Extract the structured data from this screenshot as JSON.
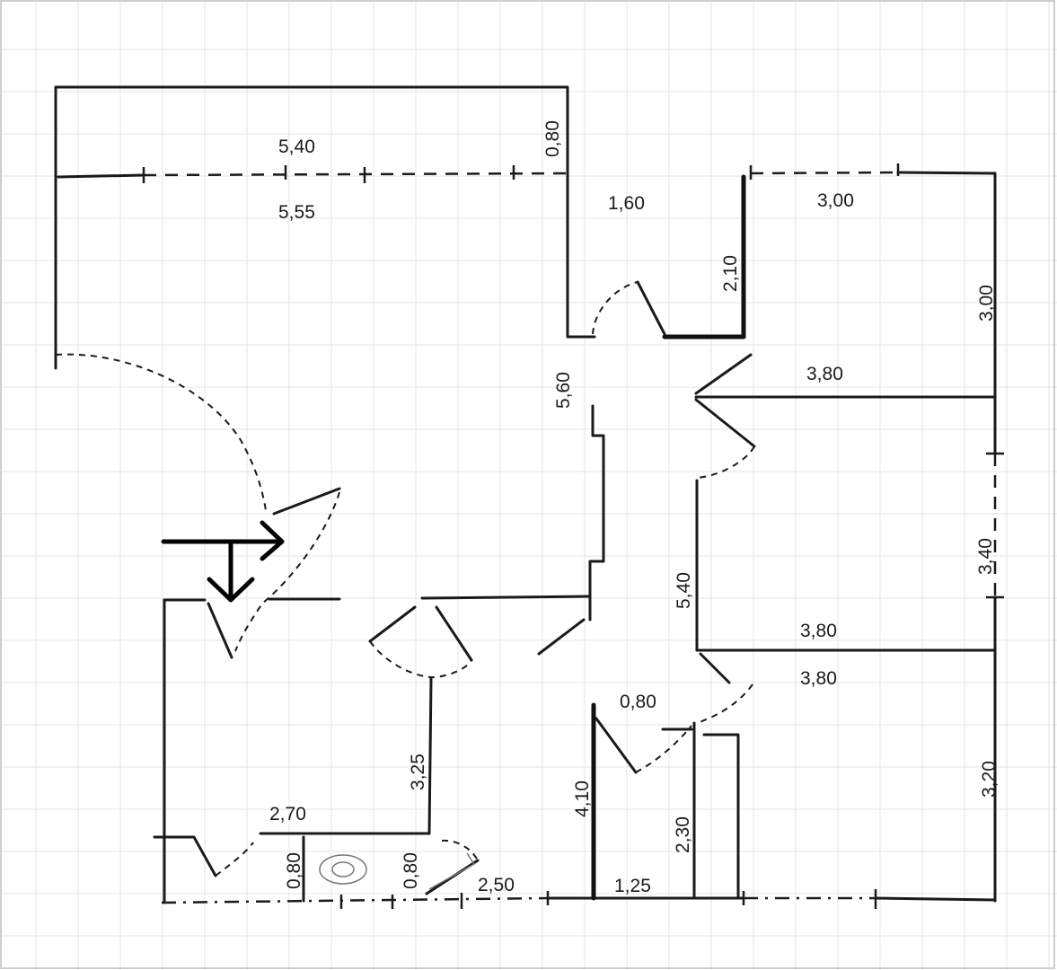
{
  "dimensions": {
    "top_wall_upper": "5,40",
    "top_wall_lower": "5,55",
    "notch_height": "0,80",
    "closet_width": "1,60",
    "closet_height": "2,10",
    "room_ne_width": "3,00",
    "room_ne_height": "3,00",
    "room_e1_width": "3,80",
    "hall_length": "5,60",
    "room_e2_height": "3,40",
    "room_e2_inner_height": "5,40",
    "room_e2_width": "3,80",
    "room_se_width": "3,80",
    "room_se_height": "3,20",
    "bath_door": "0,80",
    "bath_height": "4,10",
    "bath_inner_height": "2,30",
    "bath_width": "1,25",
    "kitchen_height": "3,25",
    "sw_room_width": "2,70",
    "sw_door_left": "0,80",
    "sw_door_right": "0,80",
    "sw_south_wall": "2,50"
  }
}
